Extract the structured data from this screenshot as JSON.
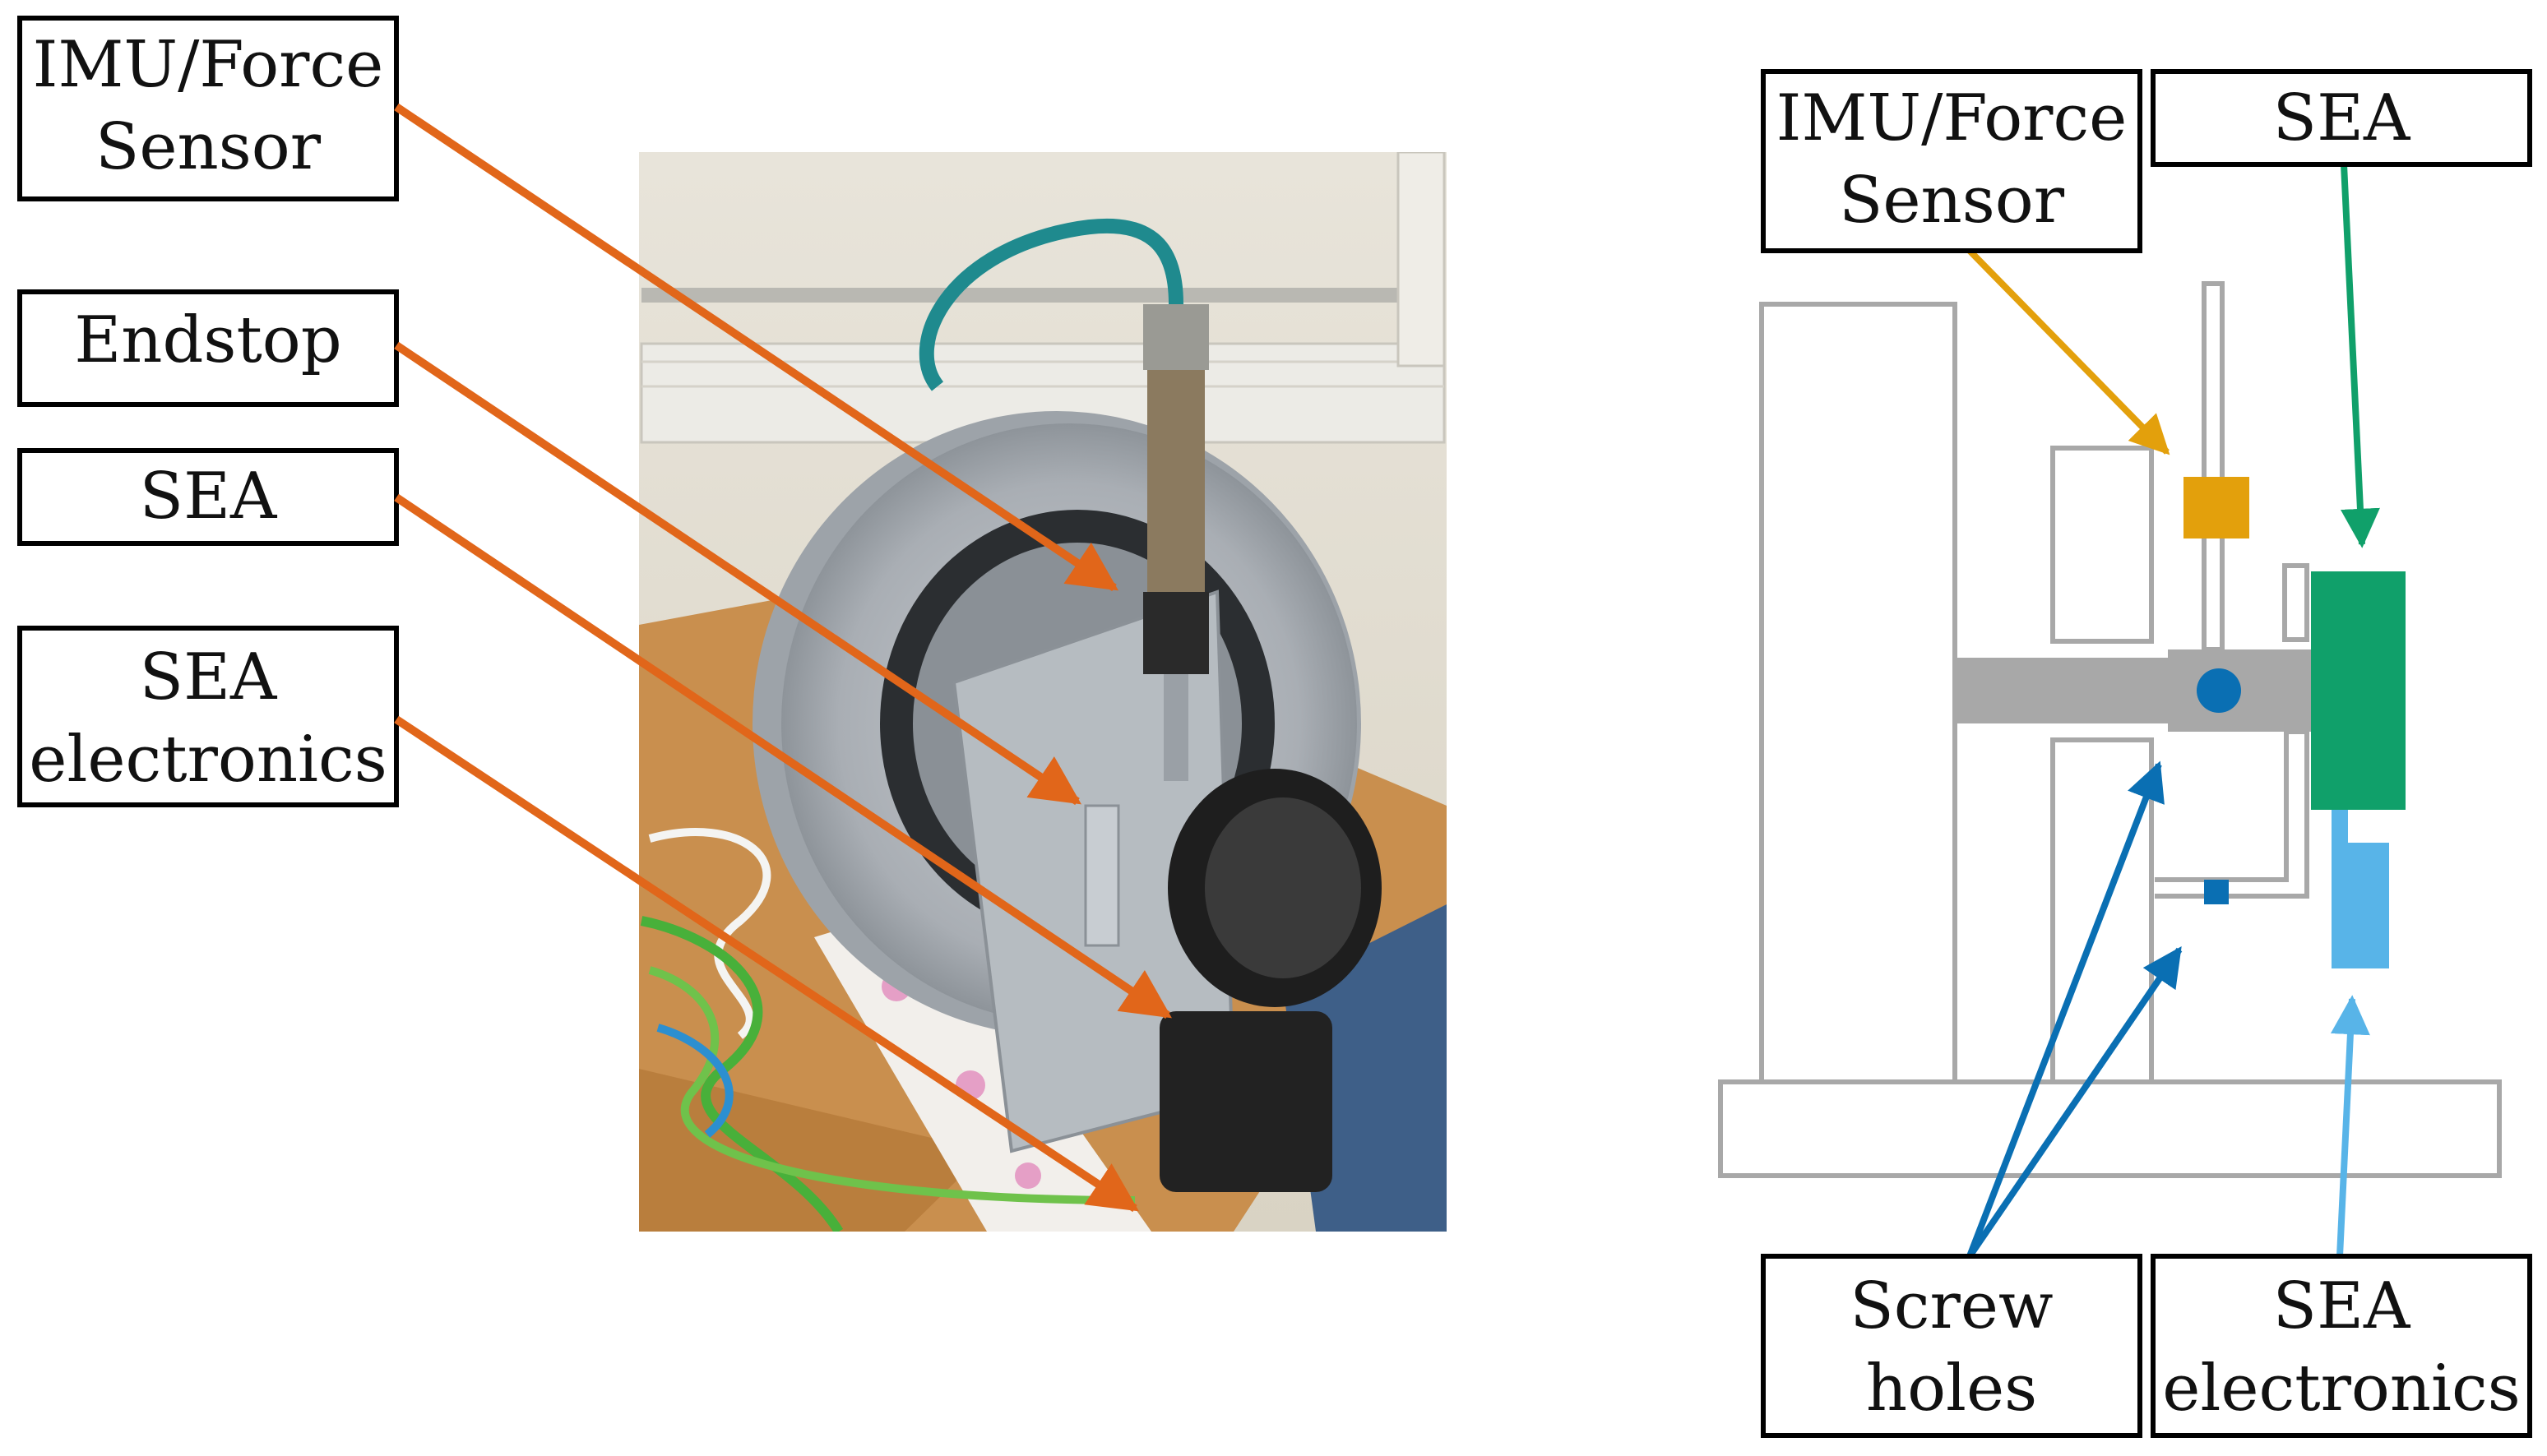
{
  "left_labels": [
    {
      "line1": "IMU/Force",
      "line2": "Sensor"
    },
    {
      "line1": "Endstop",
      "line2": ""
    },
    {
      "line1": "SEA",
      "line2": ""
    },
    {
      "line1": "SEA",
      "line2": "electronics"
    }
  ],
  "right_labels": {
    "imu": {
      "line1": "IMU/Force",
      "line2": "Sensor"
    },
    "sea": {
      "line1": "SEA",
      "line2": ""
    },
    "screw": {
      "line1": "Screw",
      "line2": "holes"
    },
    "electronics": {
      "line1": "SEA",
      "line2": "electronics"
    }
  },
  "colors": {
    "orange_arrow": "#e1661a",
    "imu": "#e3a00c",
    "sea": "#10a06a",
    "screw": "#0a6fb3",
    "electronics": "#58b4e8",
    "outline": "#a8a8a8",
    "shaft": "#a8a8a8"
  }
}
